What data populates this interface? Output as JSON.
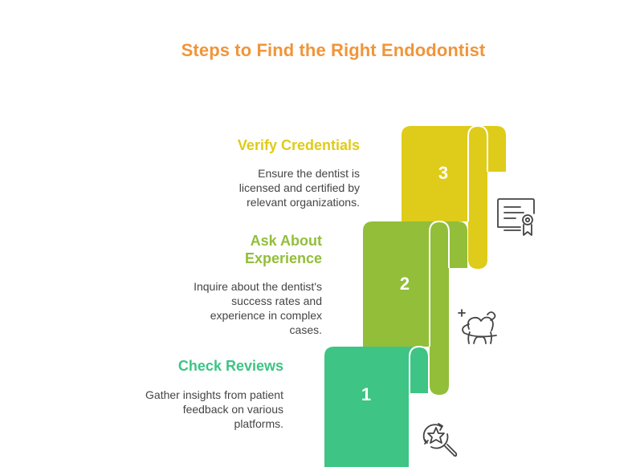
{
  "title": "Steps to Find the Right Endodontist",
  "colors": {
    "title": "#F0953A",
    "step1": "#3EC484",
    "step2": "#92BE3A",
    "step3": "#DFCB19",
    "text": "#444444",
    "icon": "#444444"
  },
  "steps": [
    {
      "number": "1",
      "title": "Check Reviews",
      "description_lines": [
        "Gather insights from patient",
        "feedback on various",
        "platforms."
      ],
      "icon": "search-star-icon"
    },
    {
      "number": "2",
      "title_lines": [
        "Ask About",
        "Experience"
      ],
      "description_lines": [
        "Inquire about the dentist's",
        "success rates and",
        "experience in complex",
        "cases."
      ],
      "icon": "tooth-icon"
    },
    {
      "number": "3",
      "title": "Verify Credentials",
      "description_lines": [
        "Ensure the dentist is",
        "licensed and certified by",
        "relevant organizations."
      ],
      "icon": "certificate-icon"
    }
  ]
}
